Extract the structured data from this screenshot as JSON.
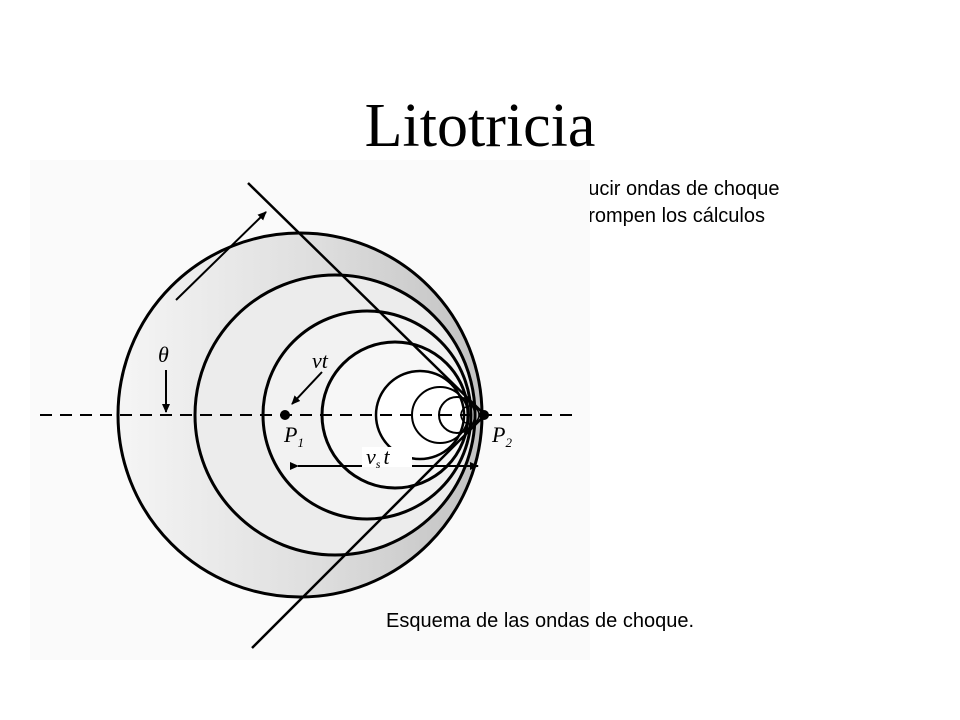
{
  "slide": {
    "title": "Litotricia",
    "description": "Consiste en producir ondas de choque ultrasónicas que rompen los cálculos renales.",
    "caption": "Esquema de las ondas de choque."
  },
  "diagram": {
    "labels": {
      "theta": "θ",
      "vt": "vt",
      "p1": "P",
      "p1_sub": "1",
      "p2": "P",
      "p2_sub": "2",
      "vst": "v",
      "vst_sub": "s",
      "vst_t": "t"
    },
    "colors": {
      "stroke": "#000000",
      "shade_light": "#f2f2f2",
      "shade_dark": "#bfbfbf"
    }
  }
}
